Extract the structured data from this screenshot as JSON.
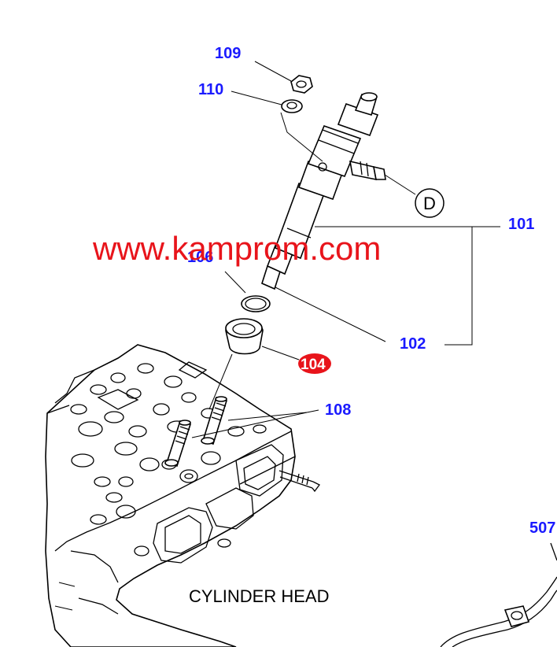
{
  "parts": {
    "p109": "109",
    "p110": "110",
    "p101": "101",
    "p102": "102",
    "p106": "106",
    "p104": "104",
    "p108": "108",
    "p507": "507"
  },
  "detail_marker": "D",
  "caption": "CYLINDER HEAD",
  "watermark": "www.kamprom.com",
  "colors": {
    "label": "#1a1aff",
    "badge": "#e8141b",
    "watermark": "#e8141b"
  }
}
